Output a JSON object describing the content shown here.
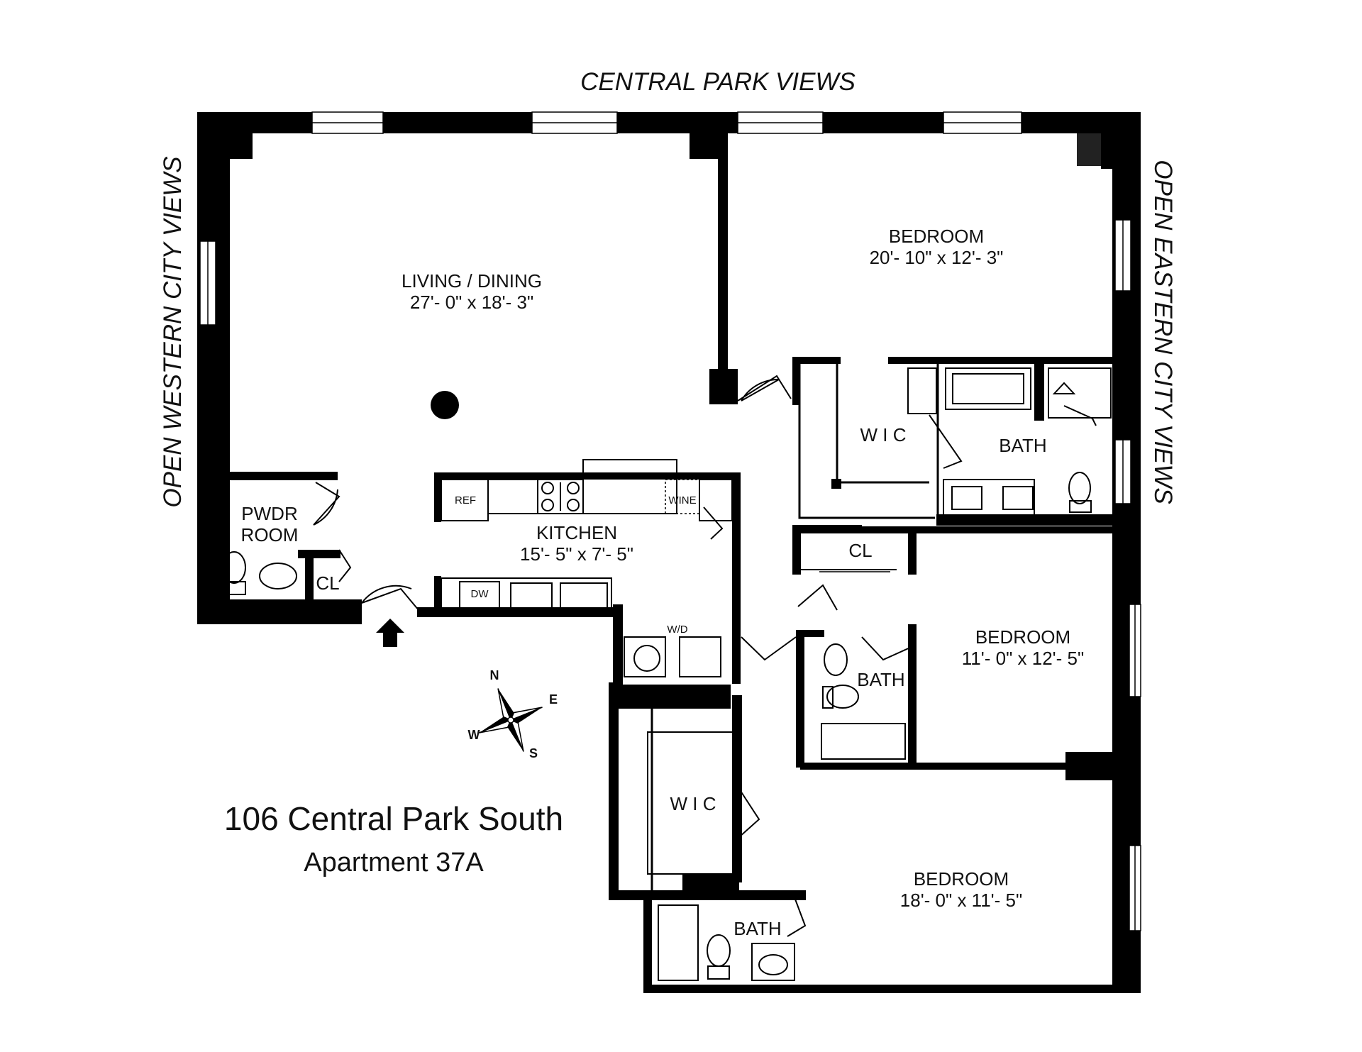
{
  "views": {
    "north": "CENTRAL PARK VIEWS",
    "west": "OPEN WESTERN CITY VIEWS",
    "east": "OPEN EASTERN CITY VIEWS"
  },
  "rooms": {
    "living": {
      "name": "LIVING / DINING",
      "dims": "27'- 0\" x 18'- 3\""
    },
    "bedroom_ne": {
      "name": "BEDROOM",
      "dims": "20'- 10\" x 12'- 3\""
    },
    "wic_ne": {
      "name": "W I C"
    },
    "bath_ne": {
      "name": "BATH"
    },
    "kitchen": {
      "name": "KITCHEN",
      "dims": "15'- 5\" x 7'- 5\""
    },
    "pwdr": {
      "line1": "PWDR",
      "line2": "ROOM"
    },
    "cl_entry": {
      "name": "CL"
    },
    "cl_hall": {
      "name": "CL"
    },
    "bedroom_e": {
      "name": "BEDROOM",
      "dims": "11'- 0\" x 12'- 5\""
    },
    "bath_e": {
      "name": "BATH"
    },
    "wic_s": {
      "name": "W I C"
    },
    "bedroom_se": {
      "name": "BEDROOM",
      "dims": "18'- 0\" x 11'- 5\""
    },
    "bath_s": {
      "name": "BATH"
    }
  },
  "fixtures": {
    "ref": "REF",
    "wine": "WINE",
    "dw": "DW",
    "wd": "W/D"
  },
  "compass": {
    "n": "N",
    "e": "E",
    "s": "S",
    "w": "W"
  },
  "address": {
    "street": "106 Central Park South",
    "unit": "Apartment 37A"
  }
}
